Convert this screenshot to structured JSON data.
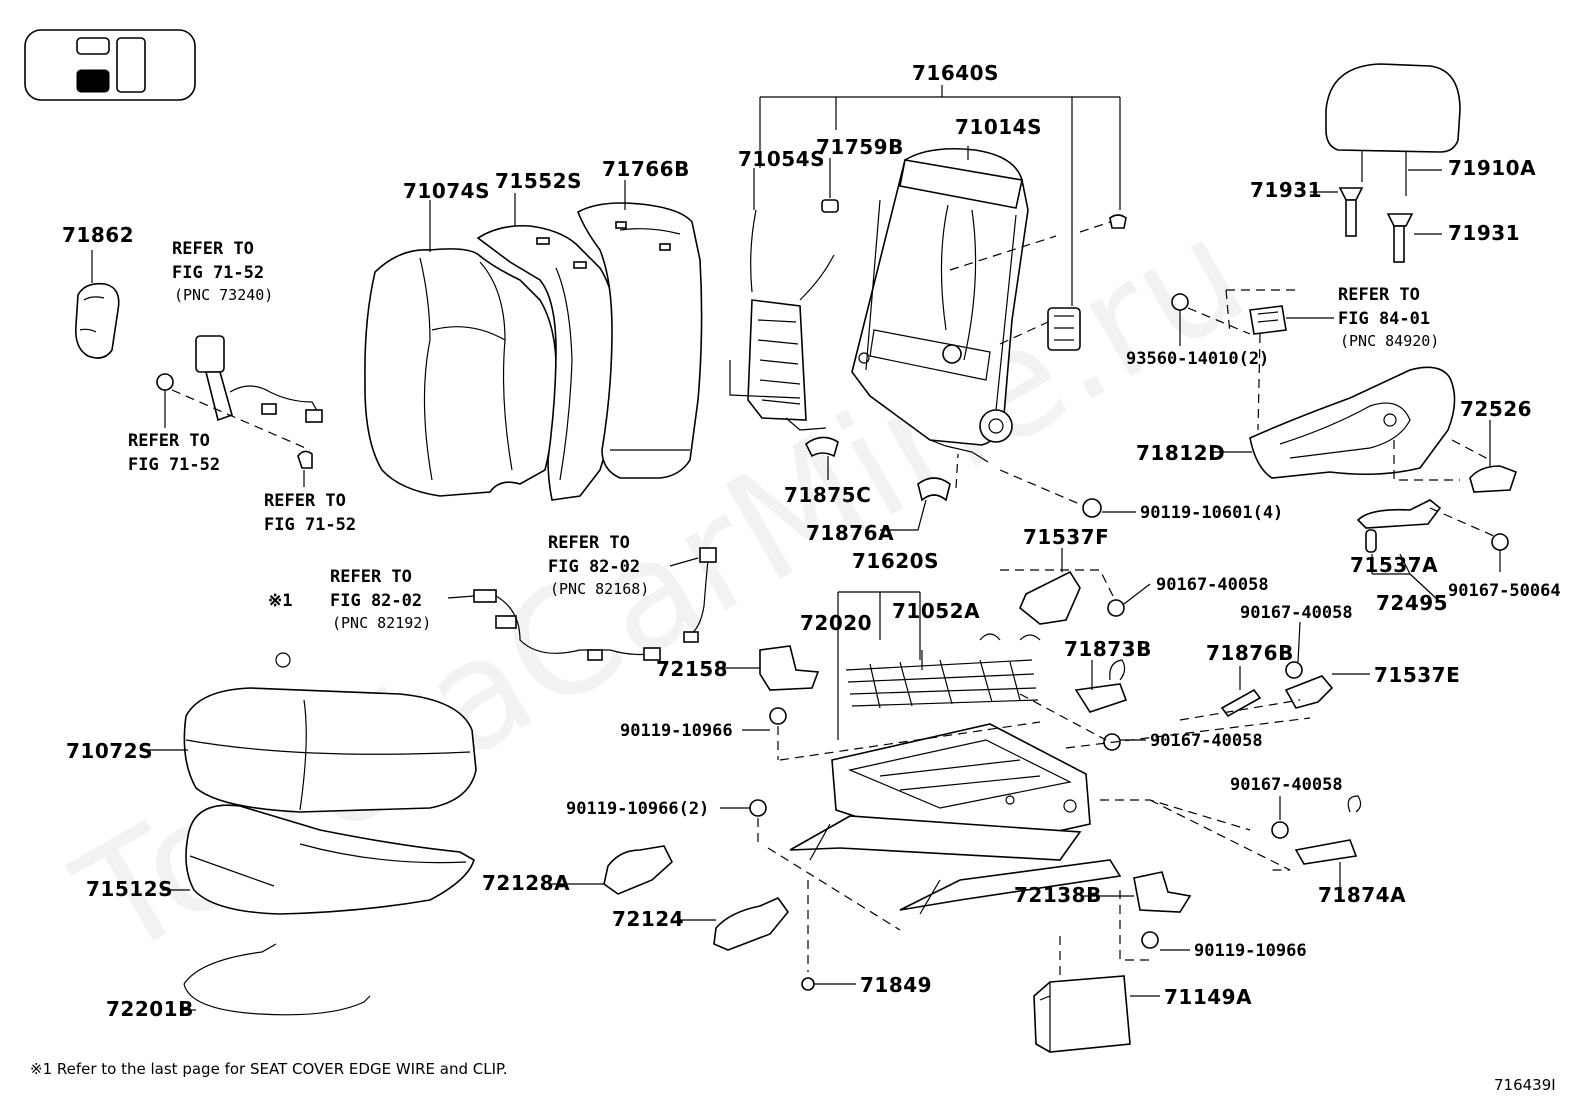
{
  "watermark": "ToyotaCarMine.ru",
  "footnote": "※1 Refer to the last page for SEAT COVER EDGE WIRE and CLIP.",
  "figure_code": "716439I",
  "note_marker": "※1",
  "parts": {
    "p71640S": "71640S",
    "p71014S": "71014S",
    "p71054S": "71054S",
    "p71759B": "71759B",
    "p71074S": "71074S",
    "p71552S": "71552S",
    "p71766B": "71766B",
    "p71862": "71862",
    "p71910A": "71910A",
    "p71931a": "71931",
    "p71931b": "71931",
    "p93560": "93560-14010(2)",
    "p71812D": "71812D",
    "p72526": "72526",
    "p71875C": "71875C",
    "p71876A": "71876A",
    "p90119_10601": "90119-10601(4)",
    "p71537F": "71537F",
    "p71620S": "71620S",
    "p90167_40058a": "90167-40058",
    "p71537A": "71537A",
    "p72495": "72495",
    "p90167_50064": "90167-50064",
    "p72020": "72020",
    "p71052A": "71052A",
    "p71873B": "71873B",
    "p90167_40058b": "90167-40058",
    "p71876B": "71876B",
    "p71537E": "71537E",
    "p72158": "72158",
    "p90119_10966a": "90119-10966",
    "p90167_40058c": "90167-40058",
    "p71072S": "71072S",
    "p90119_10966b": "90119-10966(2)",
    "p90167_40058d": "90167-40058",
    "p71512S": "71512S",
    "p72128A": "72128A",
    "p72124": "72124",
    "p72138B": "72138B",
    "p71874A": "71874A",
    "p90119_10966c": "90119-10966",
    "p72201B": "72201B",
    "p71849": "71849",
    "p71149A": "71149A"
  },
  "refs": {
    "r1": {
      "line1": "REFER TO",
      "line2": "FIG 71-52",
      "line3": "(PNC 73240)"
    },
    "r2": {
      "line1": "REFER TO",
      "line2": "FIG 71-52"
    },
    "r3": {
      "line1": "REFER TO",
      "line2": "FIG 71-52"
    },
    "r4": {
      "line1": "REFER TO",
      "line2": "FIG 84-01",
      "line3": "(PNC 84920)"
    },
    "r5": {
      "line1": "REFER TO",
      "line2": "FIG 82-02",
      "line3": "(PNC 82168)"
    },
    "r6": {
      "line1": "REFER TO",
      "line2": "FIG 82-02",
      "line3": "(PNC 82192)"
    }
  }
}
